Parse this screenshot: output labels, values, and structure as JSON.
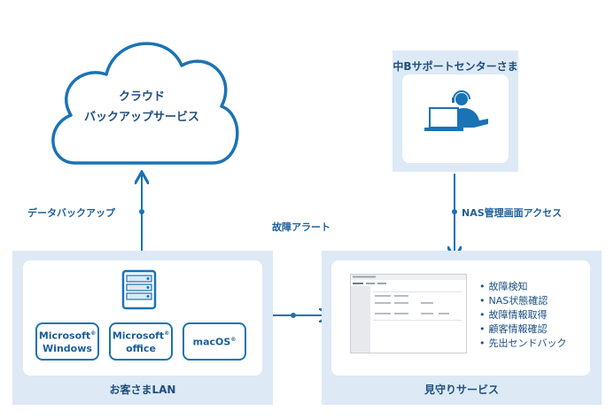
{
  "cloud": {
    "line1": "クラウド",
    "line2": "バックアップサービス"
  },
  "support": {
    "title": "中Bサポートセンターさま"
  },
  "customer_lan": {
    "title": "お客さまLAN"
  },
  "monitoring": {
    "title": "見守りサービス",
    "features": [
      "故障検知",
      "NAS状態確認",
      "故障情報取得",
      "顧客情報確認",
      "先出センドバック"
    ]
  },
  "arrows": {
    "data_backup": "データバックアップ",
    "failure_alert": "故障アラート",
    "nas_access": "NAS管理画面アクセス"
  },
  "os_buttons": [
    {
      "line1": "Microsoft",
      "line2": "Windows",
      "mark": "®"
    },
    {
      "line1": "Microsoft",
      "line2": "office",
      "mark": "®"
    },
    {
      "line1": "macOS",
      "line2": "",
      "mark": "®"
    }
  ],
  "colors": {
    "accent": "#1a73b5",
    "panel": "#dde9f5"
  }
}
